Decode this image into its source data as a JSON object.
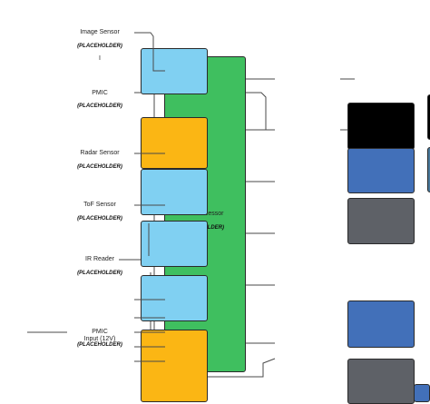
{
  "colors": {
    "processor": "#3fbf5f",
    "sensor_light_blue": "#80d0f2",
    "sensor_orange": "#fbb614",
    "black_block": "#000000",
    "blue_block": "#4270b9",
    "gray_block": "#5e6167",
    "wire": "#4a4a4a"
  },
  "labels": {
    "image_sensor": "Image Sensor",
    "image_sensor_sub": "(PLACEHOLDER)",
    "image_sensor_mark": "I",
    "pmic": "PMIC",
    "pmic_sub": "(PLACEHOLDER)",
    "radar_sensor": "Radar Sensor",
    "radar_sensor_sub": "(PLACEHOLDER)",
    "tof_sensor": "ToF Sensor",
    "tof_sensor_sub": "(PLACEHOLDER)",
    "ir_reader": "IR Reader",
    "ir_reader_sub": "(PLACEHOLDER)",
    "pmic_bottom": "PMIC",
    "pmic_bottom_sub": "(PLACEHOLDER)",
    "input_12v": "Input (12V)",
    "processor": "ocessor",
    "processor_sub": "OLDER)"
  }
}
